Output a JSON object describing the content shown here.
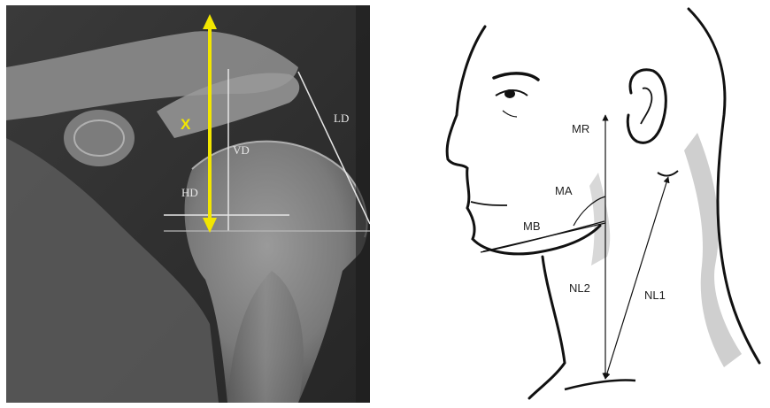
{
  "xray": {
    "marker_label": "X",
    "labels": {
      "lateral_distance": "LD",
      "vertical_distance": "VD",
      "horizontal_distance": "HD"
    },
    "colors": {
      "marker": "#f2e600",
      "lines": "#e6e6e6",
      "bone": "#bdbdbd",
      "background": "#2e2e2e"
    }
  },
  "neck_sketch": {
    "labels": {
      "mr": "MR",
      "ma": "MA",
      "mb": "MB",
      "nl2": "NL2",
      "nl1": "NL1"
    },
    "colors": {
      "outline": "#111111",
      "shadow": "#cfcfcf"
    }
  }
}
